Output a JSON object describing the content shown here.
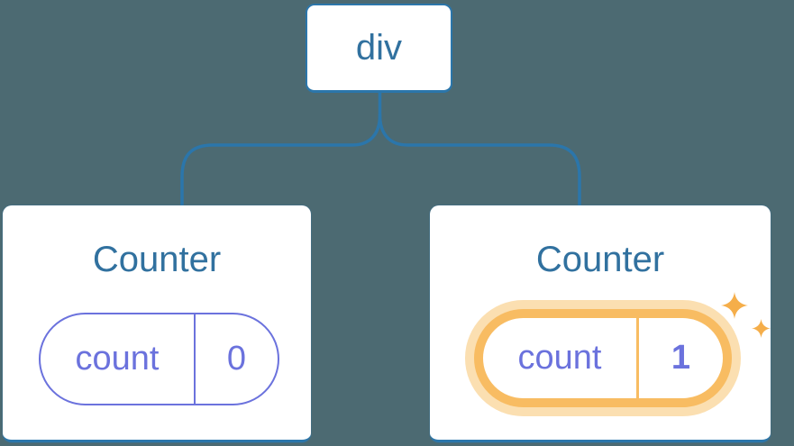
{
  "diagram": {
    "description": "React component tree with state",
    "root": {
      "label": "div"
    },
    "children": [
      {
        "title": "Counter",
        "state": {
          "key": "count",
          "value": "0"
        },
        "highlighted": false
      },
      {
        "title": "Counter",
        "state": {
          "key": "count",
          "value": "1"
        },
        "highlighted": true
      }
    ]
  },
  "icons": {
    "sparkle": "four-point-star-sparkle"
  },
  "colors": {
    "background": "#4C6A72",
    "connector_blue": "#2B76AB",
    "node_text_blue": "#31719F",
    "state_purple": "#6B72DD",
    "highlight_ring_orange": "#F8BC62",
    "highlight_glow_orange": "#FBDFB1",
    "sparkle_orange": "#F5AE4A",
    "card_background": "#FFFFFF"
  }
}
